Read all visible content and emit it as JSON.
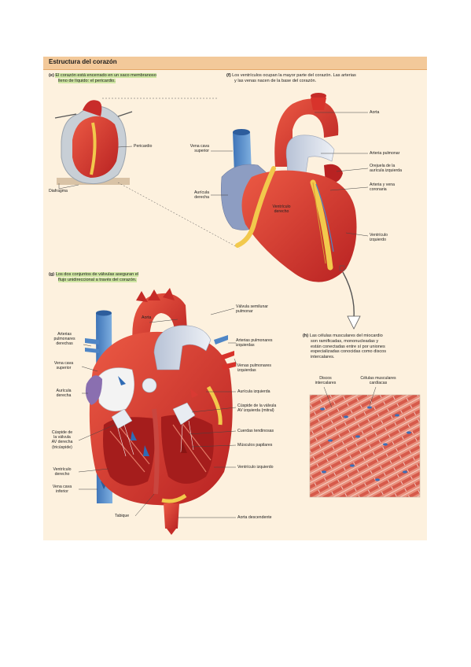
{
  "title": "Estructura del corazón",
  "captions": {
    "e_letter": "(e)",
    "e_text_1": "El corazón está encerrado en un saco membranoso",
    "e_text_2": "lleno de líquido: el pericardio.",
    "f_letter": "(f)",
    "f_text_1": "Los ventrículos ocupan la mayor parte del corazón. Las arterias",
    "f_text_2": "y las venas nacen de la base del corazón.",
    "g_letter": "(g)",
    "g_text_1": "Los dos conjuntos de válvulas aseguran el",
    "g_text_2": "flujo unidireccional a través del corazón.",
    "h_letter": "(h)",
    "h_text_1": "Las células musculares del miocardio",
    "h_text_2": "son ramificadas, mononucleadas y",
    "h_text_3": "están conectadas entre sí por uniones",
    "h_text_4": "especializadas conocidas como discos",
    "h_text_5": "intercalares."
  },
  "labels_e": {
    "pericardio": "Pericardio",
    "diafragma": "Diafragma"
  },
  "labels_f": {
    "aorta": "Aorta",
    "vena_cava_sup_1": "Vena cava",
    "vena_cava_sup_2": "superior",
    "arteria_pulmonar": "Arteria pulmonar",
    "orejuela_1": "Orejuela de la",
    "orejuela_2": "aurícula izquierda",
    "arteria_vena_1": "Arteria y vena",
    "arteria_vena_2": "coronaria",
    "auricula_der_1": "Aurícula",
    "auricula_der_2": "derecha",
    "ventriculo_der_1": "Ventrículo",
    "ventriculo_der_2": "derecho",
    "ventriculo_izq_1": "Ventrículo",
    "ventriculo_izq_2": "izquierdo"
  },
  "labels_g": {
    "aorta": "Aorta",
    "valvula_semilunar_1": "Válvula semilunar",
    "valvula_semilunar_2": "pulmonar",
    "arterias_pulm_izq_1": "Arterias pulmonares",
    "arterias_pulm_izq_2": "izquierdas",
    "venas_pulm_izq_1": "Venas pulmonares",
    "venas_pulm_izq_2": "izquierdas",
    "auricula_izq": "Aurícula izquierda",
    "cuspide_av_izq_1": "Cúspide de la válvula",
    "cuspide_av_izq_2": "AV izquierda (mitral)",
    "cuerdas": "Cuerdas tendinosas",
    "musculos": "Músculos papilares",
    "ventriculo_izq": "Ventrículo izquierdo",
    "aorta_desc": "Aorta descendente",
    "arterias_pulm_der_1": "Arterias",
    "arterias_pulm_der_2": "pulmonares",
    "arterias_pulm_der_3": "derechas",
    "vena_cava_sup_1": "Vena cava",
    "vena_cava_sup_2": "superior",
    "auricula_der_1": "Aurícula",
    "auricula_der_2": "derecha",
    "cuspide_av_der_1": "Cúspide de",
    "cuspide_av_der_2": "la válvula",
    "cuspide_av_der_3": "AV derecha",
    "cuspide_av_der_4": "(tricúspide)",
    "ventriculo_der_1": "Ventrículo",
    "ventriculo_der_2": "derecho",
    "vena_cava_inf_1": "Vena cava",
    "vena_cava_inf_2": "inferior",
    "tabique": "Tabique"
  },
  "labels_h": {
    "discos_1": "Discos",
    "discos_2": "intercalares",
    "celulas_1": "Células musculares",
    "celulas_2": "cardíacas"
  },
  "colors": {
    "panel": "#fdf1de",
    "title_bar": "#f3c99a",
    "highlight": "#cfe6a2",
    "heart_red": "#d8332b",
    "heart_dark": "#a51d1c",
    "vein_blue": "#4f86c6",
    "atrium_blue": "#8d9dc2",
    "fat_yellow": "#f2c94c",
    "muscle_pink": "#e58777"
  }
}
